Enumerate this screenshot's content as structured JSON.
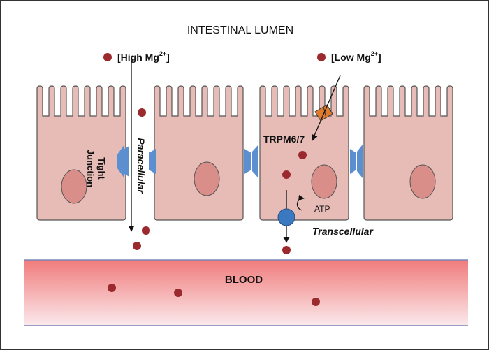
{
  "labels": {
    "lumen": "INTESTINAL LUMEN",
    "high_prefix": "[High Mg",
    "high_sup": "2+",
    "high_suffix": "]",
    "low_prefix": "[Low Mg",
    "low_sup": "2+",
    "low_suffix": "]",
    "channel": "TRPM6/7",
    "atp": "ATP",
    "tight_junction_1": "Tight",
    "tight_junction_2": "Junction",
    "paracellular": "Paracellular",
    "transcellular": "Transcellular",
    "blood": "BLOOD"
  },
  "colors": {
    "cell_fill": "#e8bcb6",
    "cell_stroke": "#555555",
    "nucleus_fill": "#d98e8a",
    "ion": "#9b2a2e",
    "tight_junction": "#5b8fd0",
    "pump": "#3a78c0",
    "channel": "#e07a2c",
    "blood_top": "#f07b7b",
    "blood_bottom": "#fbe9ec",
    "blood_edge": "#7a85b8"
  }
}
